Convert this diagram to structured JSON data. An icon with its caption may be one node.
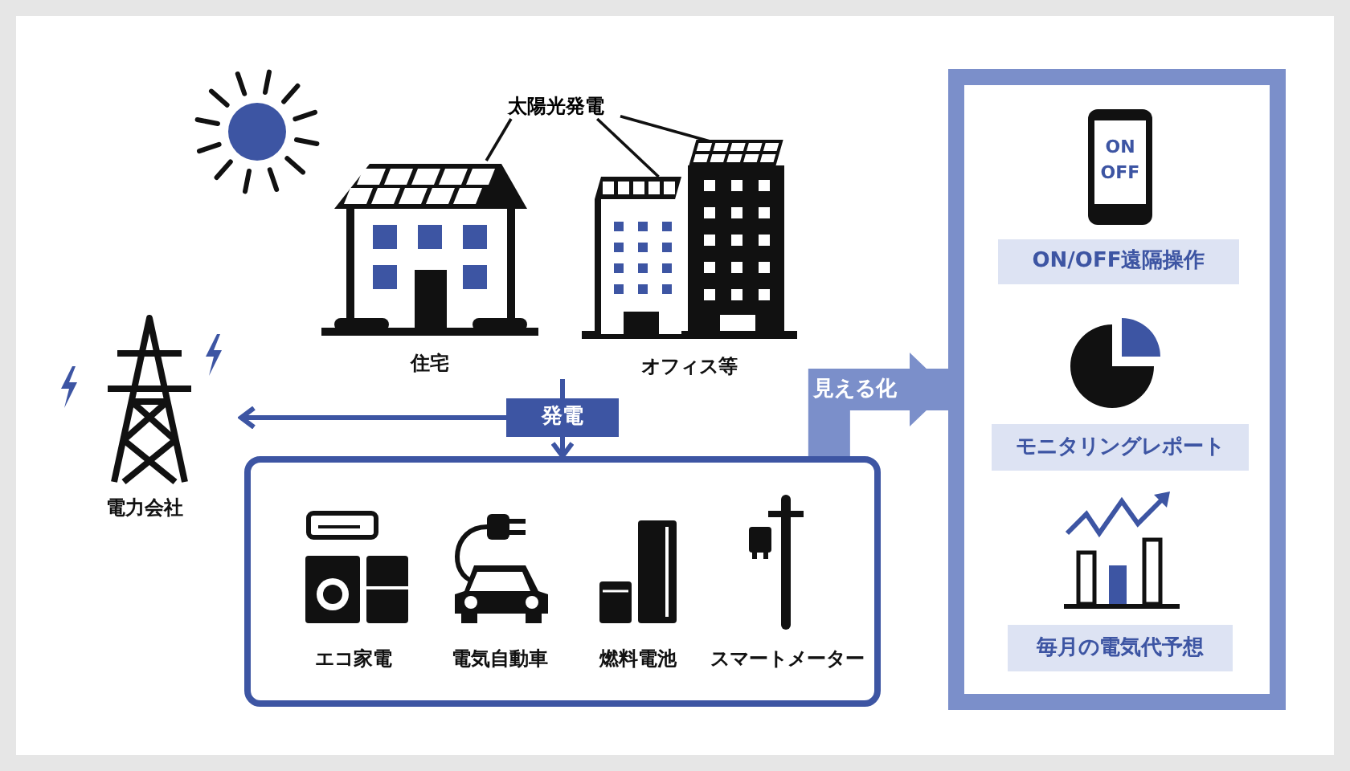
{
  "diagram": {
    "nodes": [
      {
        "text": [
          "太陽光発電"
        ]
      },
      {
        "text": [
          "住宅"
        ]
      },
      {
        "text": [
          "オフィス等"
        ]
      },
      {
        "text": [],
        "shape": "picture"
      },
      {
        "text": [],
        "shape": "picture"
      },
      {
        "text": [
          "電力会社"
        ]
      },
      {
        "text": [
          "発電"
        ]
      },
      {
        "text": [],
        "shape": "box"
      },
      {
        "text": [
          "エコ家電"
        ],
        "in": 7
      },
      {
        "text": [
          "電気自動車"
        ],
        "in": 7
      },
      {
        "text": [
          "燃料電池"
        ],
        "in": 7
      },
      {
        "text": [
          "スマートメーター"
        ],
        "in": 7
      },
      {
        "text": [],
        "shape": "box"
      },
      {
        "text": [
          "ON/OFF遠隔操作"
        ],
        "in": 12
      },
      {
        "text": [
          "モニタリングレポート"
        ],
        "in": 12
      },
      {
        "text": [
          "毎月の電気代予想"
        ],
        "in": 12
      }
    ],
    "edges": [
      {
        "from": 0,
        "to": 1,
        "arrow": "none"
      },
      {
        "from": 0,
        "to": 3,
        "arrow": "none"
      },
      {
        "from": 0,
        "to": 4,
        "arrow": "none"
      },
      {
        "from": 6,
        "to": 5,
        "arrow": "to",
        "color": "#3d55a3"
      },
      {
        "from": 6,
        "to": 7,
        "arrow": "to",
        "color": "#3d55a3"
      },
      {
        "from": 7,
        "to": 12,
        "arrow": "to",
        "label": "見える化",
        "style": "thick",
        "color": "#7b8fca"
      },
      {
        "from": null,
        "to": 6,
        "arrow": "none",
        "color": "#3d55a3"
      }
    ],
    "labels": [
      "ON",
      "OFF"
    ]
  }
}
